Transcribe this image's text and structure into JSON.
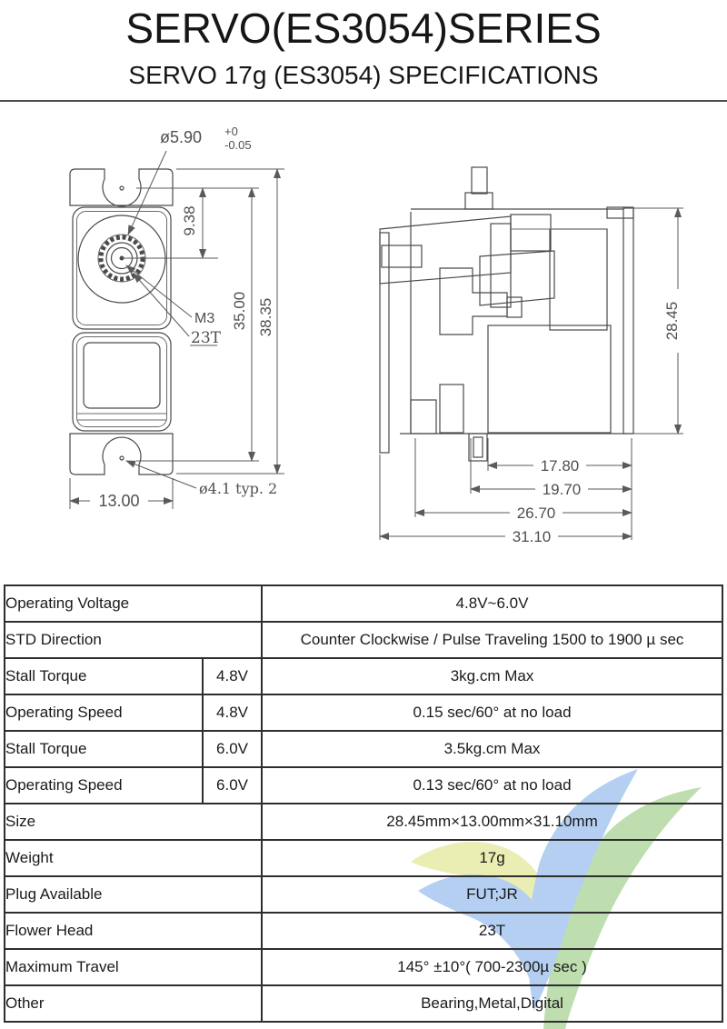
{
  "page": {
    "title": "SERVO(ES3054)SERIES",
    "subtitle": "SERVO 17g (ES3054) SPECIFICATIONS"
  },
  "drawing": {
    "front_view": {
      "shaft_dia": "ø5.90",
      "shaft_tol_top": "+0",
      "shaft_tol_bottom": "-0.05",
      "dim_center_offset": "9.38",
      "dim_case_length": "35.00",
      "dim_total_length": "38.35",
      "label_screw": "M3",
      "label_spline": "23T",
      "dim_mount_hole": "ø4.1  typ. 2",
      "dim_width": "13.00"
    },
    "side_view": {
      "dim_height": "28.45",
      "dim_a": "17.80",
      "dim_b": "19.70",
      "dim_c": "26.70",
      "dim_d": "31.10"
    }
  },
  "table": {
    "rows": [
      {
        "label": "Operating Voltage",
        "voltage": "",
        "value": "4.8V~6.0V"
      },
      {
        "label": "STD Direction",
        "voltage": "",
        "value": "Counter Clockwise / Pulse Traveling 1500 to 1900 µ sec"
      },
      {
        "label": "Stall Torque",
        "voltage": "4.8V",
        "value": "3kg.cm Max"
      },
      {
        "label": "Operating Speed",
        "voltage": "4.8V",
        "value": "0.15 sec/60° at no load"
      },
      {
        "label": "Stall Torque",
        "voltage": "6.0V",
        "value": "3.5kg.cm Max"
      },
      {
        "label": "Operating Speed",
        "voltage": "6.0V",
        "value": "0.13 sec/60° at no load"
      },
      {
        "label": "Size",
        "voltage": "",
        "value": "28.45mm×13.00mm×31.10mm"
      },
      {
        "label": "Weight",
        "voltage": "",
        "value": "17g"
      },
      {
        "label": "Plug Available",
        "voltage": "",
        "value": "FUT;JR"
      },
      {
        "label": "Flower Head",
        "voltage": "",
        "value": "23T"
      },
      {
        "label": "Maximum Travel",
        "voltage": "",
        "value": "145° ±10°( 700-2300µ sec )"
      },
      {
        "label": "Other",
        "voltage": "",
        "value": "Bearing,Metal,Digital"
      }
    ]
  },
  "watermark": {
    "colors": {
      "yellow": "#e7eca5",
      "blue": "#a7c7ef",
      "green": "#b4d9a3"
    }
  }
}
